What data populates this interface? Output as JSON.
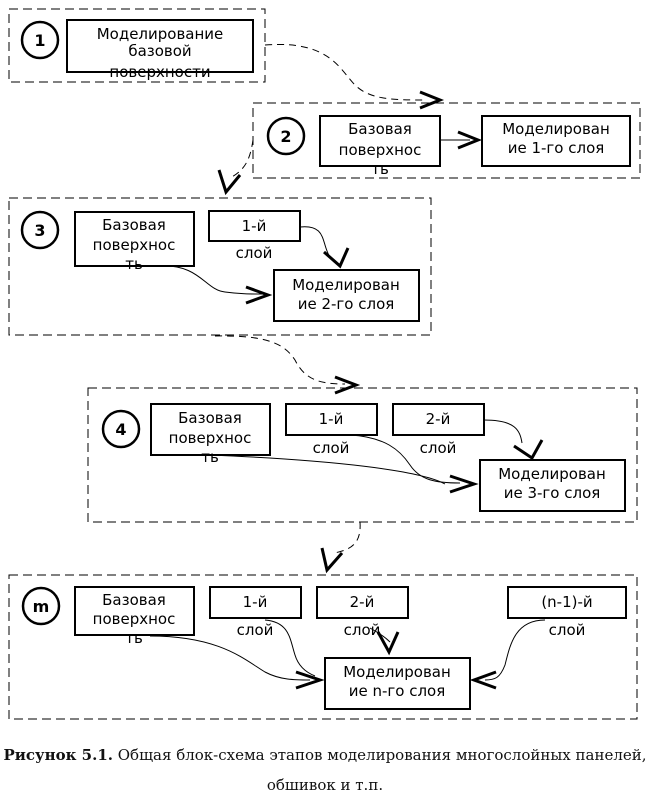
{
  "stages": [
    {
      "number": "1",
      "boxes": [
        {
          "id": "s1-base",
          "lines": [
            "Моделирование",
            "базовой",
            "поверхности"
          ]
        }
      ],
      "labels": []
    },
    {
      "number": "2",
      "boxes": [
        {
          "id": "s2-base",
          "lines": [
            "Базовая",
            "поверхнос",
            "ть"
          ]
        },
        {
          "id": "s2-model",
          "lines": [
            "Моделирован",
            "ие 1-го слоя"
          ]
        }
      ],
      "labels": []
    },
    {
      "number": "3",
      "boxes": [
        {
          "id": "s3-base",
          "lines": [
            "Базовая",
            "поверхнос",
            "ть"
          ]
        },
        {
          "id": "s3-layer1",
          "lines": [
            "1-й"
          ]
        },
        {
          "id": "s3-model",
          "lines": [
            "Моделирован",
            "ие 2-го слоя"
          ]
        }
      ],
      "labels": [
        {
          "for": "s3-layer1",
          "text": "слой"
        }
      ]
    },
    {
      "number": "4",
      "boxes": [
        {
          "id": "s4-base",
          "lines": [
            "Базовая",
            "поверхнос",
            "ть"
          ]
        },
        {
          "id": "s4-layer1",
          "lines": [
            "1-й"
          ]
        },
        {
          "id": "s4-layer2",
          "lines": [
            "2-й"
          ]
        },
        {
          "id": "s4-model",
          "lines": [
            "Моделирован",
            "ие 3-го слоя"
          ]
        }
      ],
      "labels": [
        {
          "for": "s4-layer1",
          "text": "слой"
        },
        {
          "for": "s4-layer2",
          "text": "слой"
        }
      ]
    },
    {
      "number": "m",
      "boxes": [
        {
          "id": "sm-base",
          "lines": [
            "Базовая",
            "поверхнос",
            "ть"
          ]
        },
        {
          "id": "sm-layer1",
          "lines": [
            "1-й"
          ]
        },
        {
          "id": "sm-layer2",
          "lines": [
            "2-й"
          ]
        },
        {
          "id": "sm-layern1",
          "lines": [
            "(n-1)-й"
          ]
        },
        {
          "id": "sm-model",
          "lines": [
            "Моделирован",
            "ие n-го слоя"
          ]
        }
      ],
      "labels": [
        {
          "for": "sm-layer1",
          "text": "слой"
        },
        {
          "for": "sm-layer2",
          "text": "слой"
        },
        {
          "for": "sm-layern1",
          "text": "слой"
        }
      ]
    }
  ],
  "caption": {
    "label": "Рисунок 5.1.",
    "text": " Общая блок-схема этапов моделирования многослойных панелей,",
    "line2": "обшивок и т.п."
  }
}
